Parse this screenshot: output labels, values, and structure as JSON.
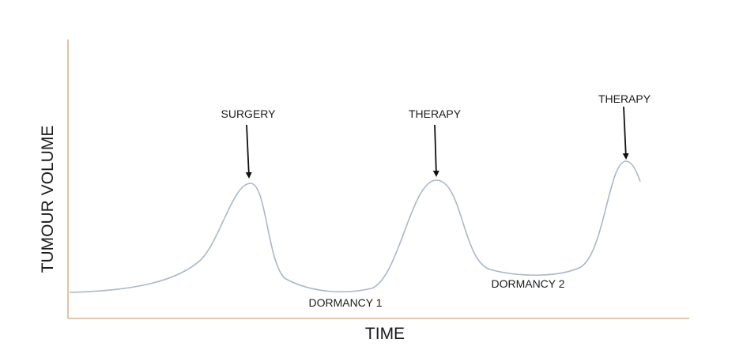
{
  "axes": {
    "x_label": "TIME",
    "y_label": "TUMOUR VOLUME",
    "axis_color": "#d8b38f"
  },
  "curve_color": "#a9b8c8",
  "annotations": {
    "surgery": "SURGERY",
    "therapy_1": "THERAPY",
    "therapy_2": "THERAPY",
    "dormancy_1": "DORMANCY 1",
    "dormancy_2": "DORMANCY 2"
  }
}
